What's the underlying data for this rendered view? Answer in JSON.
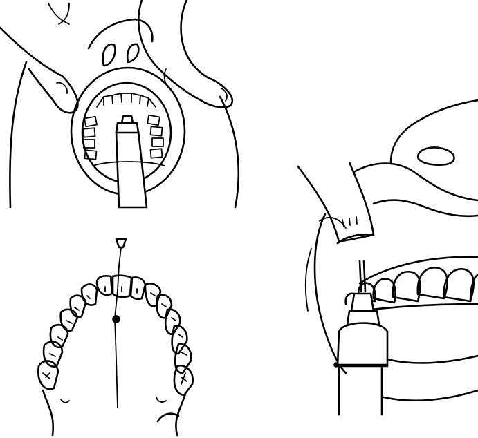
{
  "figure": {
    "panels": [
      {
        "id": "top-left",
        "subject": "occlusal-view-with-fingers-retracting-lips"
      },
      {
        "id": "bottom-left",
        "subject": "lower-dental-arch-with-midline"
      },
      {
        "id": "right",
        "subject": "side-view-retracted-cheek-and-instrument"
      }
    ]
  },
  "colors": {
    "ink": "#000000",
    "paper": "#ffffff"
  }
}
